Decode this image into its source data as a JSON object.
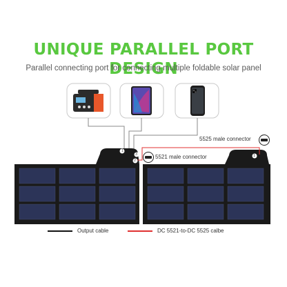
{
  "header": {
    "title": "UNIQUE PARALLEL PORT DESIGN",
    "subtitle": "Parallel connecting port for connecting multiple foldable solar panel"
  },
  "callouts": {
    "male_5525": "5525 male connector",
    "male_5521": "5521 male connector"
  },
  "legend": {
    "output_cable": "Output cable",
    "dc_cable": "DC 5521-to-DC 5525 calbe"
  },
  "colors": {
    "title_green": "#59c840",
    "output_cable": "#111111",
    "dc_cable": "#e03030",
    "panel_cell": "#2c3458",
    "panel_frame": "#1a1a1a",
    "power_station_accent": "#e8572a"
  },
  "devices": [
    "power-station",
    "tablet",
    "smartphone"
  ],
  "ports": [
    "1",
    "2",
    "3"
  ]
}
